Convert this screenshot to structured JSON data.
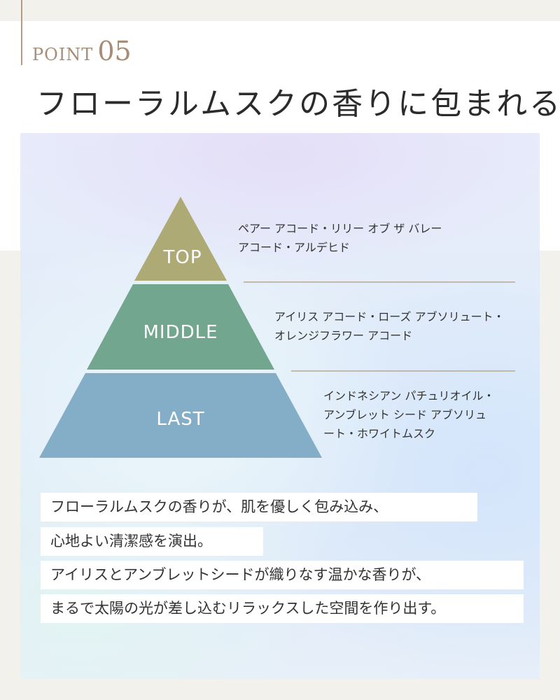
{
  "point": {
    "word": "POINT",
    "number": "05"
  },
  "headline": "フローラルムスクの香りに包まれる",
  "pyramid": {
    "tiers": [
      {
        "label": "TOP",
        "color": "#aeaa76",
        "notes": [
          "ペアー アコード・リリー オブ ザ バレー",
          "アコード・アルデヒド"
        ]
      },
      {
        "label": "MIDDLE",
        "color": "#72a68f",
        "notes": [
          "アイリス アコード・ローズ アブソリュート・",
          "オレンジフラワー アコード"
        ]
      },
      {
        "label": "LAST",
        "color": "#84aec8",
        "notes": [
          "インドネシアン パチュリオイル・",
          "アンブレット シード アブソリュ",
          "ート・ホワイトムスク"
        ]
      }
    ],
    "divider_color": "#b9a890"
  },
  "description": [
    "フローラルムスクの香りが、肌を優しく包み込み、",
    "心地よい清潔感を演出。",
    "アイリスとアンブレットシードが織りなす温かな香りが、",
    "まるで太陽の光が差し込むリラックスした空間を作り出す。"
  ],
  "colors": {
    "accent": "#b89a82",
    "text": "#2b2b2b"
  }
}
